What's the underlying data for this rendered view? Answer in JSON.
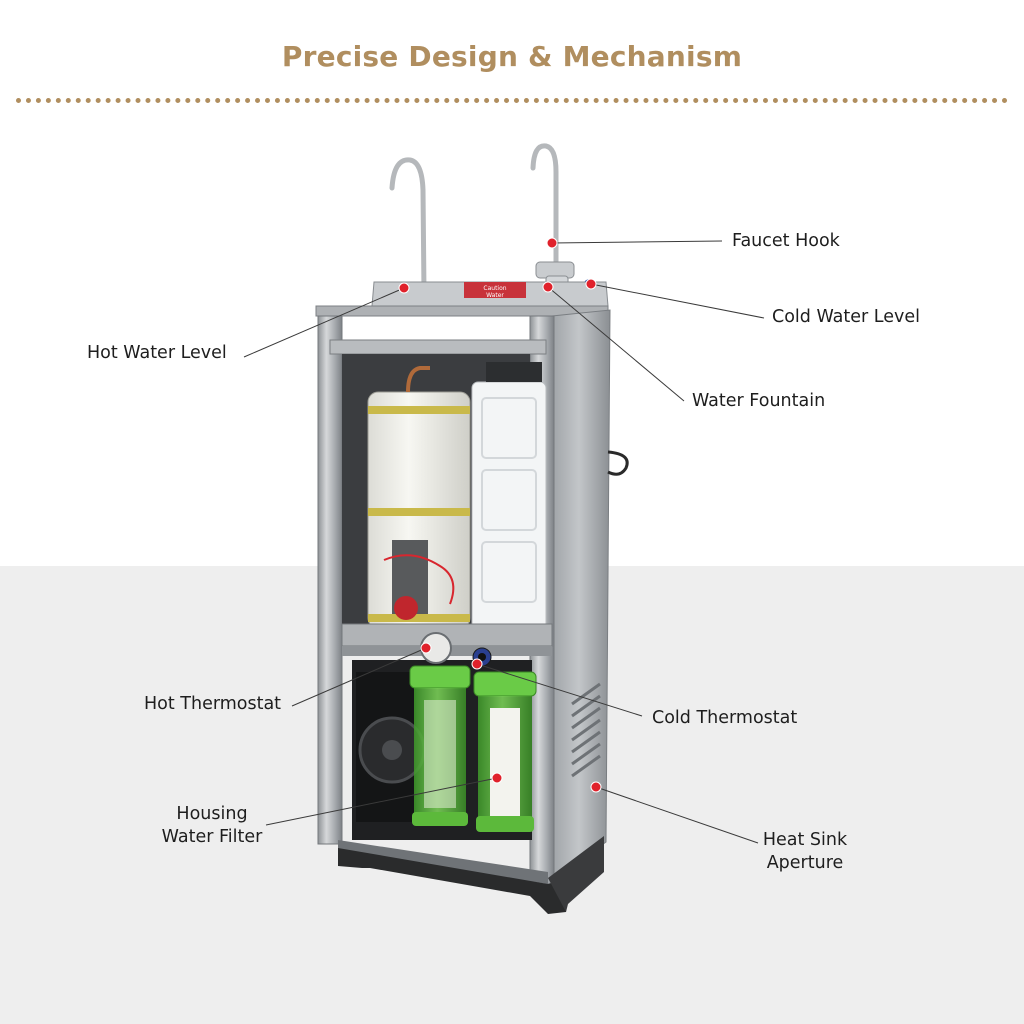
{
  "title": "Precise Design & Mechanism",
  "colors": {
    "title": "#b08e5f",
    "divider": "#b08e5f",
    "marker": "#e0212b",
    "leader_line": "#3a3a3a",
    "floor": "#eeeeee",
    "filter_green": "#69c44a",
    "steel": "#b9bcbf"
  },
  "callouts": {
    "faucet_hook": "Faucet Hook",
    "cold_water_level": "Cold Water Level",
    "hot_water_level": "Hot Water Level",
    "water_fountain": "Water Fountain",
    "hot_thermostat": "Hot Thermostat",
    "cold_thermostat": "Cold Thermostat",
    "housing_water_filter": [
      "Housing",
      "Water Filter"
    ],
    "heat_sink_aperture": [
      "Heat Sink",
      "Aperture"
    ]
  },
  "caution_sticker": [
    "Caution",
    "Water"
  ]
}
